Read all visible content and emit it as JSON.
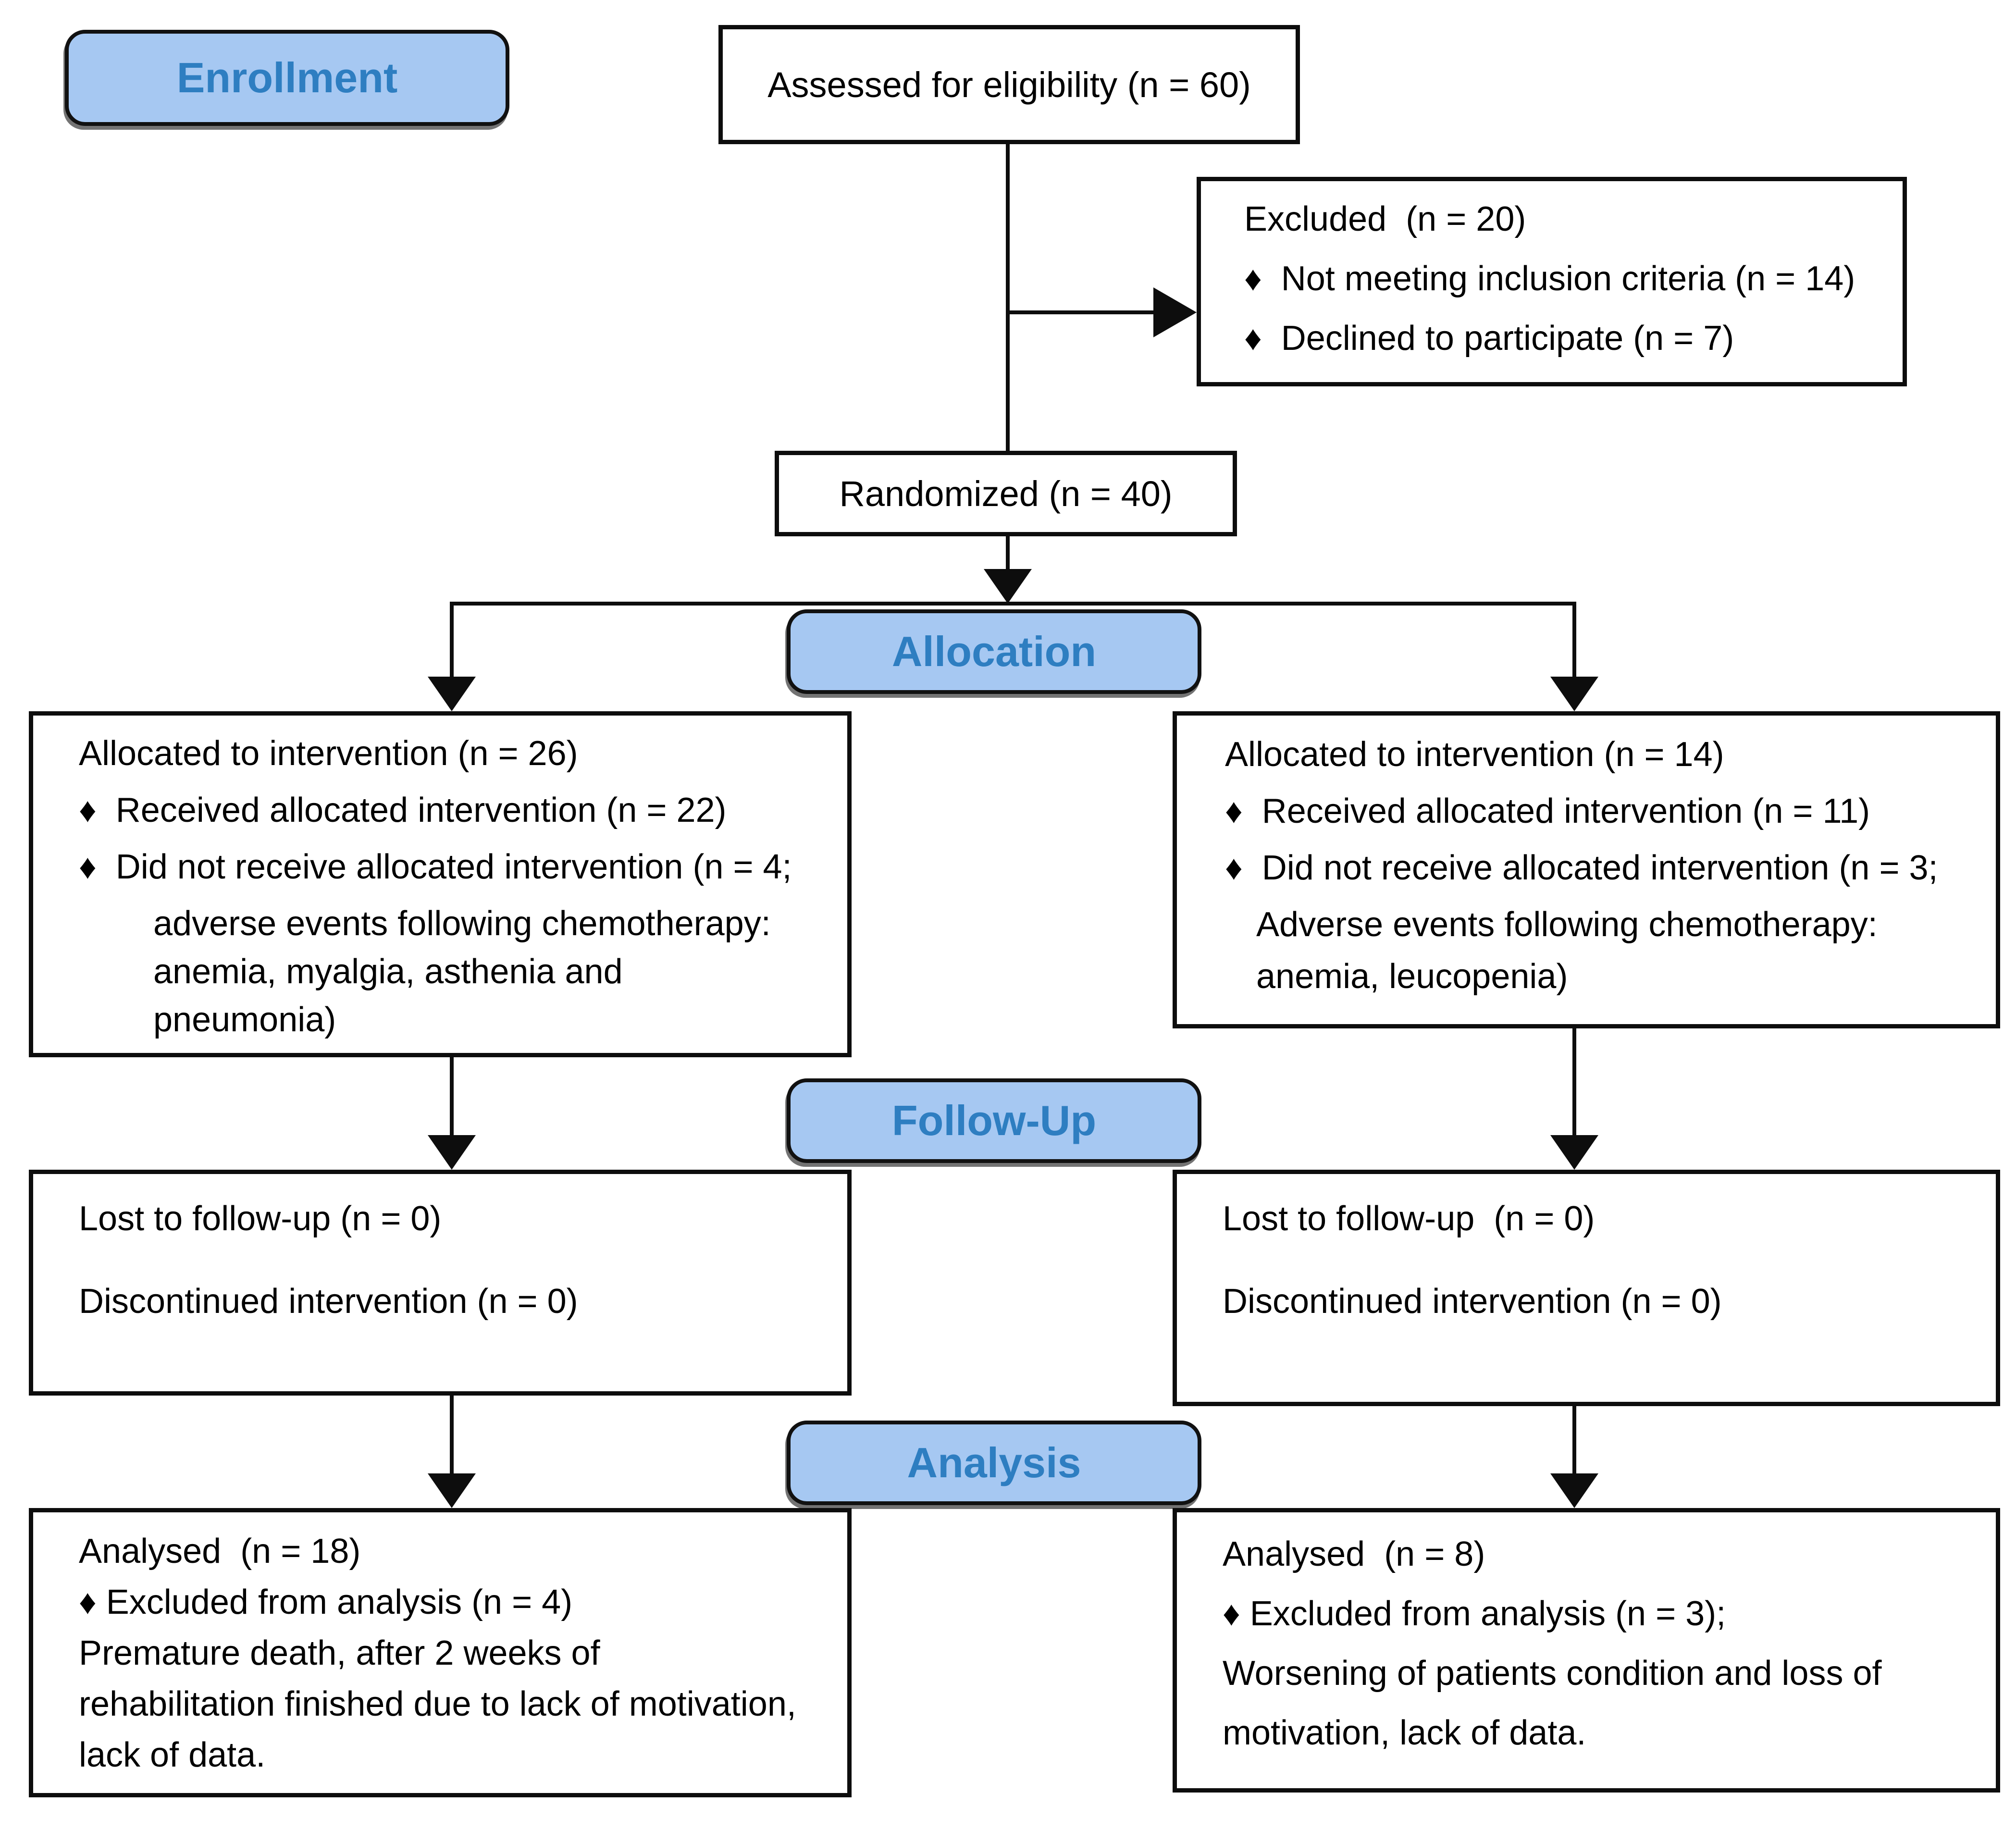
{
  "stages": {
    "enrollment": "Enrollment",
    "allocation": "Allocation",
    "followup": "Follow-Up",
    "analysis": "Analysis"
  },
  "colors": {
    "stage_fill": "#A6C8F2",
    "stage_text": "#2E7EC1",
    "line_color": "#0D0D0D"
  },
  "boxes": {
    "assessed": {
      "text": "Assessed for eligibility (n = 60)"
    },
    "excluded": {
      "lines": [
        "Excluded  (n = 20)",
        "♦  Not meeting inclusion criteria (n = 14)",
        "♦  Declined to participate (n = 7)"
      ]
    },
    "randomized": {
      "text": "Randomized (n = 40)"
    },
    "alloc_left": {
      "lines": [
        "Allocated to intervention (n = 26)",
        "♦  Received allocated intervention (n = 22)",
        "♦  Did not receive allocated intervention (n = 4;",
        "adverse events following chemotherapy:",
        "anemia, myalgia, asthenia and",
        "pneumonia)"
      ]
    },
    "alloc_right": {
      "lines": [
        "Allocated to intervention (n = 14)",
        "♦  Received allocated intervention (n = 11)",
        "♦  Did not receive allocated intervention (n = 3;",
        "Adverse events following chemotherapy:",
        "anemia, leucopenia)"
      ]
    },
    "followup_left": {
      "lines": [
        "Lost to follow-up (n = 0)",
        "Discontinued intervention (n = 0)"
      ]
    },
    "followup_right": {
      "lines": [
        "Lost to follow-up  (n = 0)",
        "Discontinued intervention (n = 0)"
      ]
    },
    "analysis_left": {
      "lines": [
        "Analysed  (n = 18)",
        "♦ Excluded from analysis (n = 4)",
        "Premature death, after 2 weeks of",
        "rehabilitation finished due to lack of motivation,",
        "lack of data."
      ]
    },
    "analysis_right": {
      "lines": [
        "Analysed  (n = 8)",
        "♦ Excluded from analysis (n = 3);",
        "Worsening of patients condition and loss of",
        "motivation, lack of data."
      ]
    }
  }
}
